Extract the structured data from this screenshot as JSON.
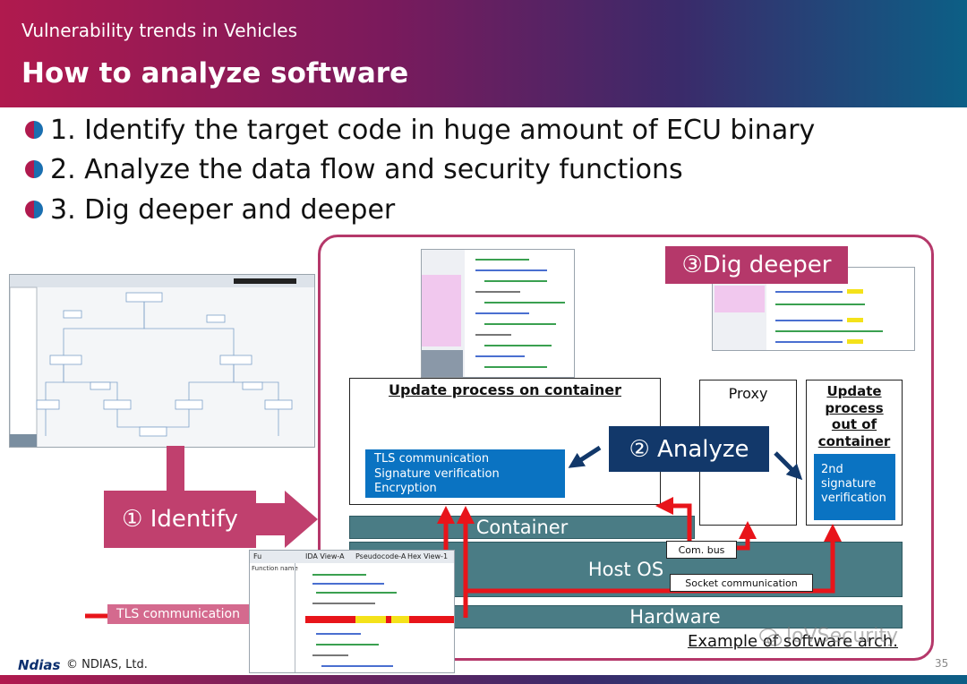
{
  "header": {
    "subtitle": "Vulnerability trends in Vehicles",
    "title": "How to analyze software"
  },
  "bullets": [
    "1. Identify the target code in huge amount of ECU binary",
    "2. Analyze the data flow and security functions",
    "3. Dig deeper and deeper"
  ],
  "labels": {
    "dig_deeper": "③Dig deeper",
    "analyze": "② Analyze",
    "identify": "① Identify",
    "tls_communication": "TLS communication",
    "example": "Example of software arch."
  },
  "architecture": {
    "update_container_title": "Update process on container",
    "container_functions": [
      "TLS communication",
      "Signature verification",
      "Encryption"
    ],
    "proxy": "Proxy",
    "update_out_title_lines": [
      "Update",
      "process",
      "out of",
      "container"
    ],
    "second_verification_lines": [
      "2nd",
      "signature",
      "verification"
    ],
    "container": "Container",
    "host_os": "Host OS",
    "hardware": "Hardware",
    "com_bus": "Com. bus",
    "socket_communication": "Socket communication"
  },
  "disassembler_tabs": [
    "Fu",
    "IDA View-A",
    "Pseudocode-A",
    "Hex View-1"
  ],
  "disassembler_list_header": "Function name",
  "footer": {
    "brand": "Ndias",
    "copyright": "© NDIAS, Ltd.",
    "page": "35",
    "watermark": "loVSecurity"
  },
  "colors": {
    "accent_magenta": "#b5386a",
    "navy": "#12386a",
    "blue": "#0a73c2",
    "teal": "#4a7c85",
    "red": "#e8141a"
  }
}
